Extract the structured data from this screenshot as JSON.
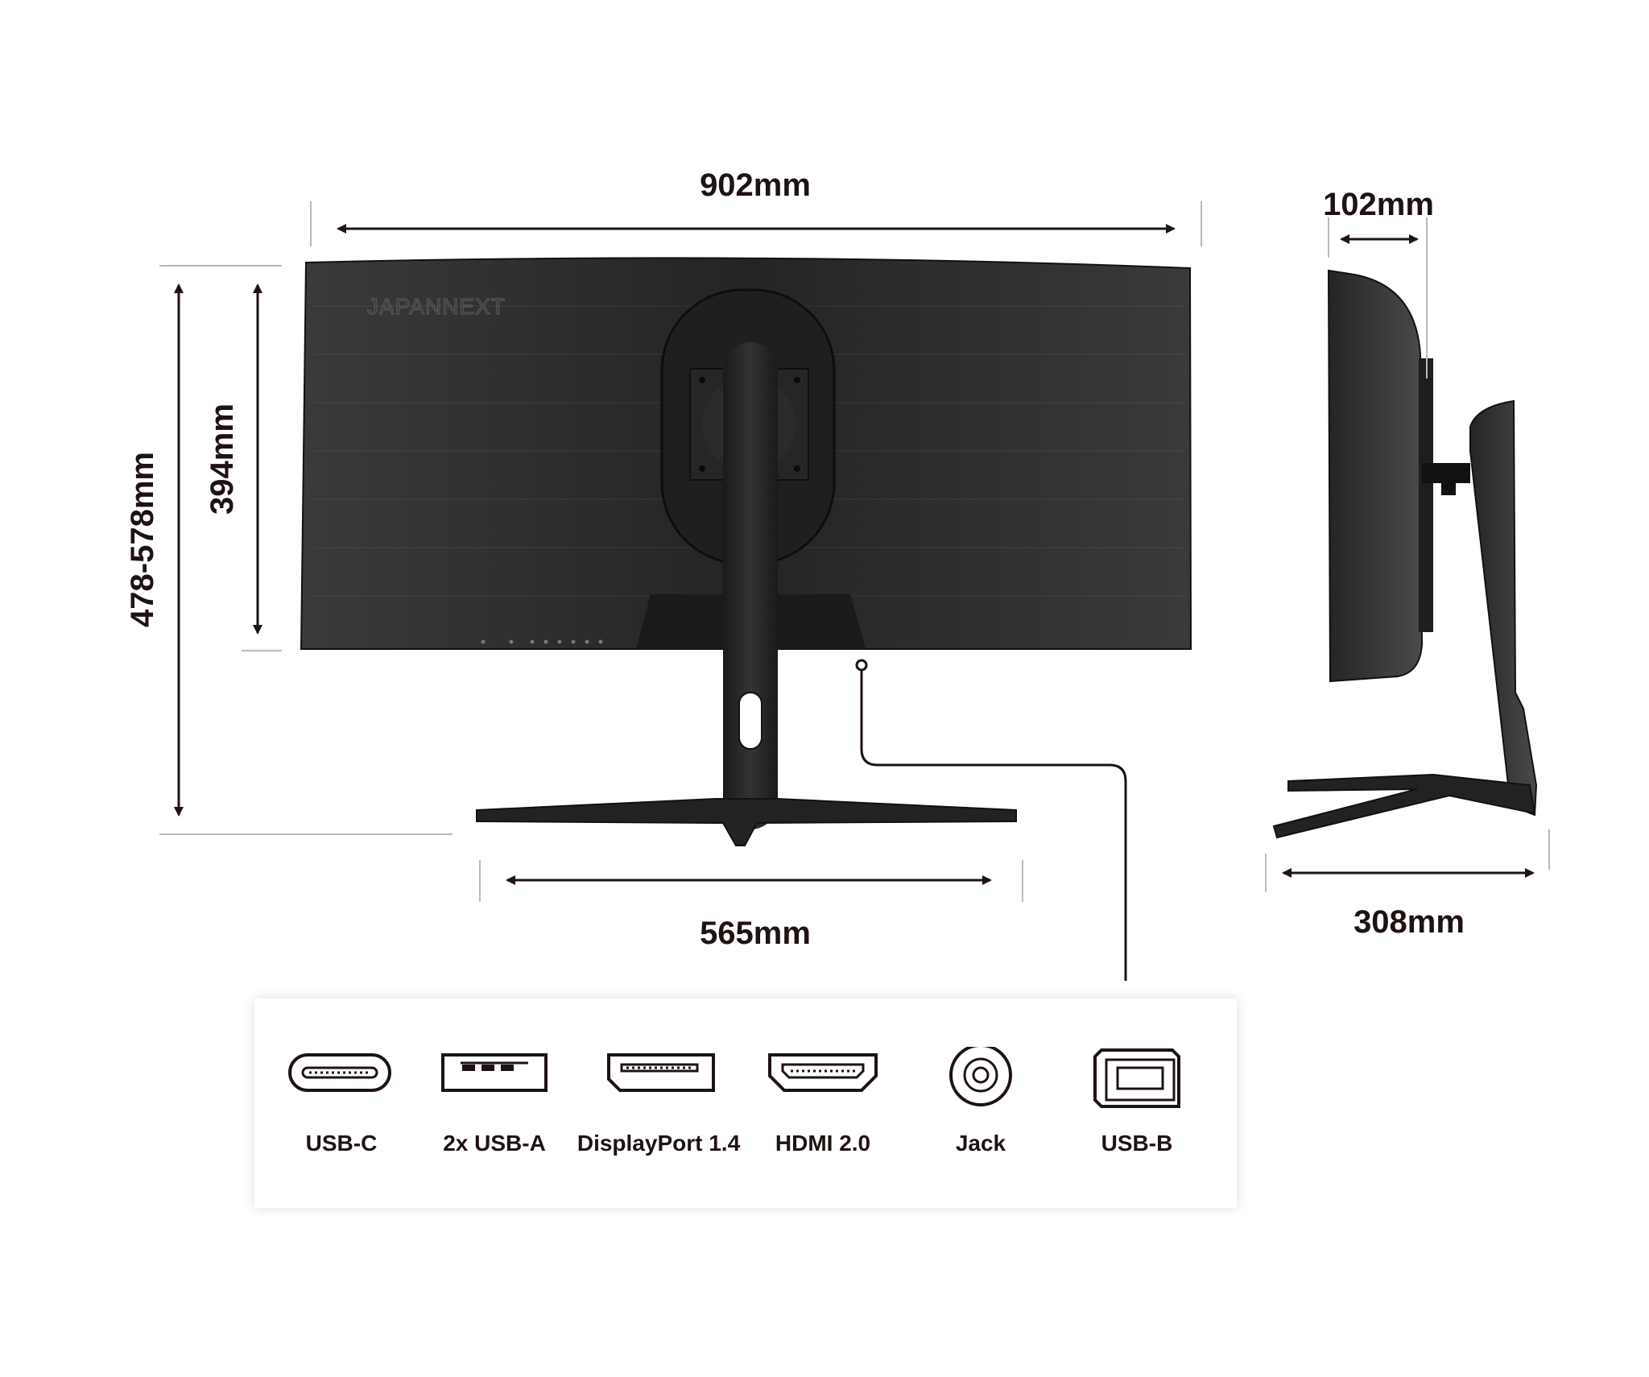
{
  "brand": {
    "logo_text": "JAPANNEXT"
  },
  "dimensions": {
    "width": "902mm",
    "depth_panel": "102mm",
    "panel_height": "394mm",
    "total_height": "478-578mm",
    "base_width": "565mm",
    "base_depth": "308mm"
  },
  "ports": [
    {
      "icon": "usb-c-icon",
      "label": "USB-C"
    },
    {
      "icon": "usb-a-icon",
      "label": "2x USB-A"
    },
    {
      "icon": "displayport-icon",
      "label": "DisplayPort 1.4"
    },
    {
      "icon": "hdmi-icon",
      "label": "HDMI 2.0"
    },
    {
      "icon": "audio-jack-icon",
      "label": "Jack"
    },
    {
      "icon": "usb-b-icon",
      "label": "USB-B"
    }
  ],
  "colors": {
    "text": "#1e1212",
    "monitor_body": "#2c2c2c",
    "monitor_dark": "#161616",
    "panel_background": "#ffffff"
  }
}
